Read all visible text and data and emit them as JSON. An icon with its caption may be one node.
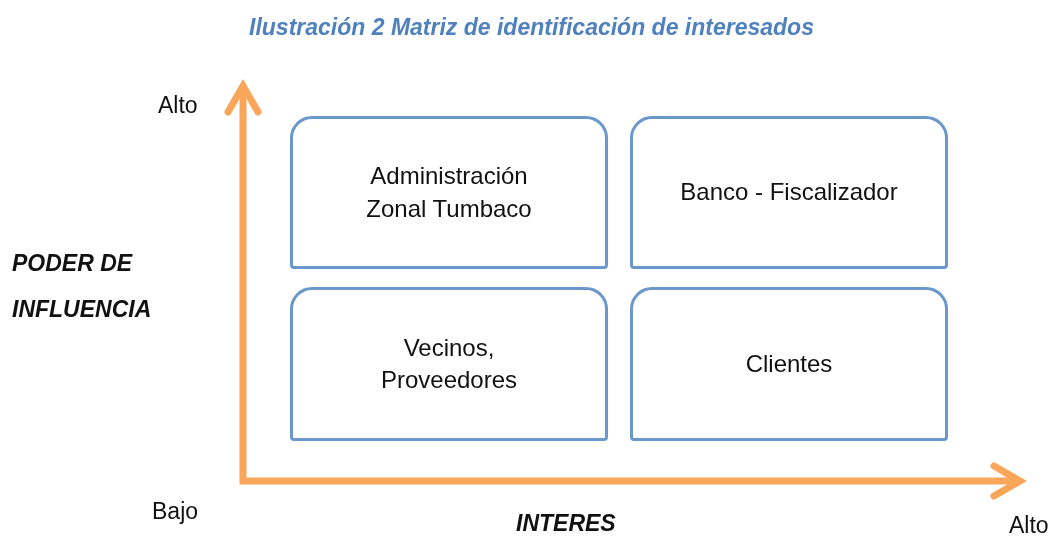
{
  "diagram": {
    "title": "Ilustración 2 Matriz de identificación de interesados",
    "nodes": [
      {
        "text": [
          "Administración Zonal Tumbaco"
        ]
      },
      {
        "text": [
          "Banco - Fiscalizador"
        ]
      },
      {
        "text": [
          "Vecinos, Proveedores"
        ]
      },
      {
        "text": [
          "Clientes"
        ]
      }
    ],
    "labels": [
      "Alto",
      "PODER DE INFLUENCIA",
      "Bajo",
      "INTERES",
      "Alto"
    ]
  }
}
